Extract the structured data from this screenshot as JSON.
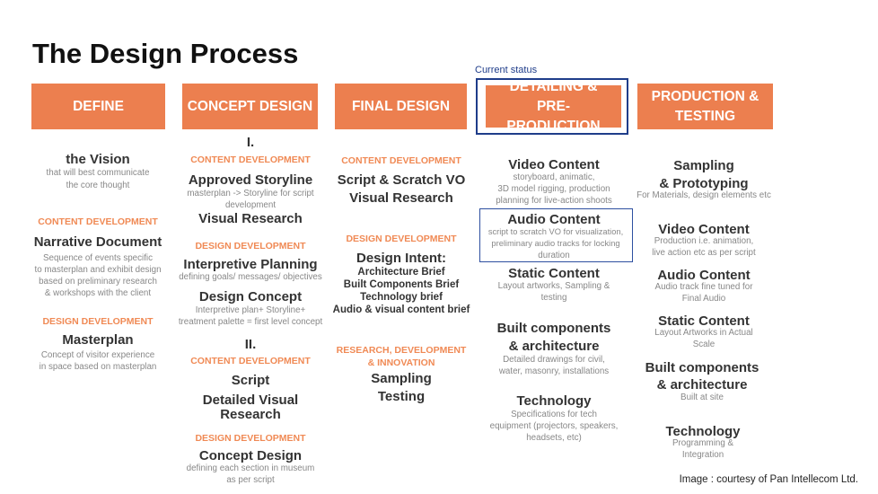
{
  "title": "The Design Process",
  "current_status": "Current status",
  "headers": [
    "DEFINE",
    "CONCEPT DESIGN",
    "FINAL DESIGN",
    "DETAILING & PRE-PRODUCTION",
    "PRODUCTION & TESTING"
  ],
  "define": {
    "vision": "the Vision",
    "vision_desc": [
      "that will best communicate",
      "the core thought"
    ],
    "label1": "CONTENT DEVELOPMENT",
    "narrative": "Narrative Document",
    "narrative_desc": [
      "Sequence of events specific",
      "to masterplan and exhibit design",
      "based on preliminary research",
      "& workshops with the client"
    ],
    "label2": "DESIGN DEVELOPMENT",
    "masterplan": "Masterplan",
    "masterplan_desc": [
      "Concept of visitor experience",
      "in space based on masterplan"
    ]
  },
  "concept": {
    "roman1": "I.",
    "label1": "CONTENT DEVELOPMENT",
    "storyline": "Approved Storyline",
    "storyline_desc": [
      "masterplan -> Storyline for script",
      "development"
    ],
    "visual": "Visual Research",
    "label2": "DESIGN DEVELOPMENT",
    "interp": "Interpretive Planning",
    "interp_desc": "defining goals/ messages/ objectives",
    "dconcept": "Design Concept",
    "dconcept_desc": [
      "Interpretive plan+ Storyline+",
      "treatment palette = first level concept"
    ],
    "roman2": "II.",
    "label3": "CONTENT DEVELOPMENT",
    "script": "Script",
    "detailed": [
      "Detailed Visual",
      "Research"
    ],
    "label4": "DESIGN DEVELOPMENT",
    "cdesign": "Concept Design",
    "cdesign_desc": [
      "defining each section in museum",
      "as per script"
    ]
  },
  "final": {
    "label1": "CONTENT DEVELOPMENT",
    "script": "Script & Scratch VO",
    "visual": "Visual Research",
    "label2": "DESIGN DEVELOPMENT",
    "intent": "Design Intent:",
    "intent_items": [
      "Architecture Brief",
      "Built Components Brief",
      "Technology brief",
      "Audio & visual content brief"
    ],
    "label3": [
      "RESEARCH, DEVELOPMENT",
      "& INNOVATION"
    ],
    "sampling": "Sampling",
    "testing": "Testing"
  },
  "detailing": {
    "video": "Video Content",
    "video_desc": [
      "storyboard, animatic,",
      "3D model rigging, production",
      "planning for live-action shoots"
    ],
    "audio": "Audio Content",
    "audio_desc": [
      "script to scratch VO for visualization,",
      "preliminary audio tracks for locking",
      "duration"
    ],
    "static": "Static Content",
    "static_desc": [
      "Layout artworks, Sampling &",
      "testing"
    ],
    "built": [
      "Built components",
      "& architecture"
    ],
    "built_desc": [
      "Detailed drawings for civil,",
      "water, masonry, installations"
    ],
    "tech": "Technology",
    "tech_desc": [
      "Specifications for tech",
      "equipment (projectors, speakers,",
      "headsets, etc)"
    ]
  },
  "production": {
    "sampling": [
      "Sampling",
      "& Prototyping"
    ],
    "sampling_desc": "For Materials, design elements etc",
    "video": "Video Content",
    "video_desc": [
      "Production i.e. animation,",
      "live action etc as per script"
    ],
    "audio": "Audio Content",
    "audio_desc": [
      "Audio track fine tuned for",
      "Final Audio"
    ],
    "static": "Static Content",
    "static_desc": [
      "Layout Artworks in Actual",
      "Scale"
    ],
    "built": [
      "Built components",
      "& architecture"
    ],
    "built_desc": "Built at site",
    "tech": "Technology",
    "tech_desc": [
      "Programming &",
      "Integration"
    ]
  },
  "credit": "Image : courtesy of Pan Intellecom Ltd."
}
